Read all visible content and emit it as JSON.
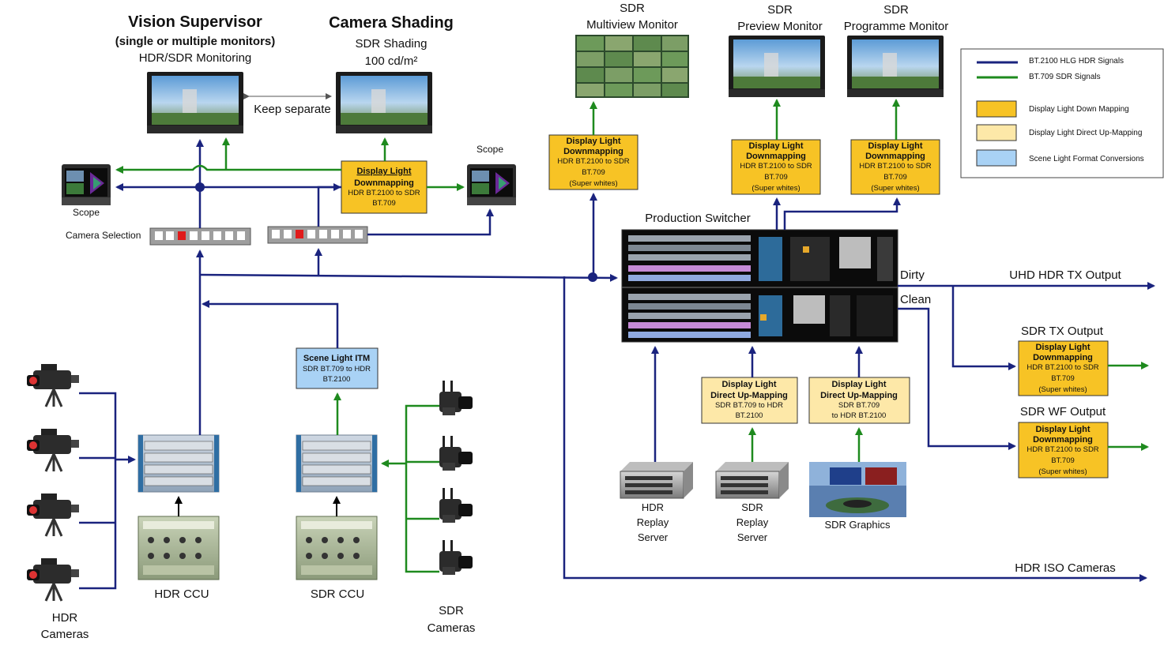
{
  "colors": {
    "hdr_signal": "#1a237e",
    "sdr_signal": "#1e8a1e",
    "down_mapping": "#f7c325",
    "up_mapping": "#fde8a8",
    "scene_light": "#a9d2f5"
  },
  "legend": {
    "hdr_signal": "BT.2100 HLG HDR Signals",
    "sdr_signal": "BT.709   SDR Signals",
    "down_mapping": "Display Light Down Mapping",
    "up_mapping": "Display Light Direct Up-Mapping",
    "scene_light": "Scene Light Format Conversions"
  },
  "headings": {
    "vision_supervisor": "Vision Supervisor",
    "vision_supervisor_sub": "(single or multiple monitors)",
    "vision_supervisor_mon": "HDR/SDR Monitoring",
    "camera_shading": "Camera Shading",
    "sdr_shading": "SDR Shading",
    "shading_level": "100 cd/m²",
    "keep_separate": "Keep separate",
    "multiview_sdr": "SDR",
    "multiview": "Multiview Monitor",
    "preview_sdr": "SDR",
    "preview": "Preview Monitor",
    "programme_sdr": "SDR",
    "programme": "Programme Monitor",
    "scope_left": "Scope",
    "scope_right": "Scope",
    "camera_selection": "Camera Selection",
    "production_switcher": "Production Switcher",
    "dirty": "Dirty",
    "clean": "Clean",
    "uhd_output": "UHD HDR TX Output",
    "sdr_tx_output": "SDR TX Output",
    "sdr_wf_output": "SDR WF Output",
    "hdr_iso": "HDR ISO Cameras",
    "hdr_ccu": "HDR CCU",
    "sdr_ccu": "SDR CCU",
    "hdr_cameras_1": "HDR",
    "hdr_cameras_2": "Cameras",
    "sdr_cameras_1": "SDR",
    "sdr_cameras_2": "Cameras",
    "hdr_replay_1": "HDR",
    "hdr_replay_2": "Replay",
    "hdr_replay_3": "Server",
    "sdr_replay_1": "SDR",
    "sdr_replay_2": "Replay",
    "sdr_replay_3": "Server",
    "sdr_graphics": "SDR Graphics"
  },
  "boxes": {
    "shading_down": {
      "l1": "Display Light",
      "l2": "Downmapping",
      "l3": "HDR BT.2100 to SDR",
      "l4": "BT.709"
    },
    "multiview_down": {
      "l1": "Display Light",
      "l2": "Downmapping",
      "l3": "HDR BT.2100 to SDR",
      "l4": "BT.709",
      "l5": "(Super whites)"
    },
    "preview_down": {
      "l1": "Display Light",
      "l2": "Downmapping",
      "l3": "HDR BT.2100 to SDR",
      "l4": "BT.709",
      "l5": "(Super whites)"
    },
    "programme_down": {
      "l1": "Display Light",
      "l2": "Downmapping",
      "l3": "HDR BT.2100 to SDR",
      "l4": "BT.709",
      "l5": "(Super whites)"
    },
    "scene_itm": {
      "l1": "Scene Light ITM",
      "l2": "SDR BT.709 to HDR",
      "l3": "BT.2100"
    },
    "replay_up": {
      "l1": "Display Light",
      "l2": "Direct Up-Mapping",
      "l3": "SDR BT.709 to HDR",
      "l4": "BT.2100"
    },
    "graphics_up": {
      "l1": "Display Light",
      "l2": "Direct Up-Mapping",
      "l3": "SDR BT.709",
      "l4": "to HDR BT.2100"
    },
    "tx_down": {
      "l1": "Display Light",
      "l2": "Downmapping",
      "l3": "HDR BT.2100 to SDR",
      "l4": "BT.709",
      "l5": "(Super whites)"
    },
    "wf_down": {
      "l1": "Display Light",
      "l2": "Downmapping",
      "l3": "HDR BT.2100 to SDR",
      "l4": "BT.709",
      "l5": "(Super whites)"
    }
  }
}
